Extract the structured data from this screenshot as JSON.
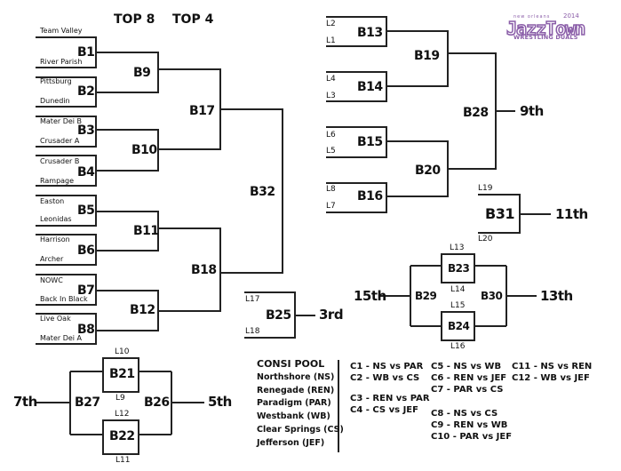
{
  "headers": {
    "top8": "TOP 8",
    "top4": "TOP 4"
  },
  "logo": {
    "small": "new orleans",
    "year": "2014",
    "main": "JazzTown",
    "sub": "WRESTLING DUALS",
    "color": "#8a5da8"
  },
  "championship": {
    "first_round": [
      {
        "bout": "B1",
        "top": "Team Valley",
        "bottom": "River Parish"
      },
      {
        "bout": "B2",
        "top": "Pittsburg",
        "bottom": "Dunedin"
      },
      {
        "bout": "B3",
        "top": "Mater Dei B",
        "bottom": "Crusader A"
      },
      {
        "bout": "B4",
        "top": "Crusader B",
        "bottom": "Rampage"
      },
      {
        "bout": "B5",
        "top": "Easton",
        "bottom": "Leonidas"
      },
      {
        "bout": "B6",
        "top": "Harrison",
        "bottom": "Archer"
      },
      {
        "bout": "B7",
        "top": "NOWC",
        "bottom": "Back In Black"
      },
      {
        "bout": "B8",
        "top": "Live Oak",
        "bottom": "Mater Dei A"
      }
    ],
    "quarterfinals": [
      "B9",
      "B10",
      "B11",
      "B12"
    ],
    "semifinals": [
      "B17",
      "B18"
    ],
    "final": "B32"
  },
  "third_place": {
    "bout": "B25",
    "top": "L17",
    "bottom": "L18",
    "place": "3rd"
  },
  "fifth_pool": {
    "top_bout": "B21",
    "top_top": "L10",
    "top_bottom": "L9",
    "bottom_bout": "B22",
    "bottom_top": "L12",
    "bottom_bottom": "L11",
    "left_bout": "B27",
    "right_bout": "B26",
    "left_place": "7th",
    "right_place": "5th"
  },
  "ninth_bracket": {
    "first_round": [
      {
        "bout": "B13",
        "top": "L2",
        "bottom": "L1"
      },
      {
        "bout": "B14",
        "top": "L4",
        "bottom": "L3"
      },
      {
        "bout": "B15",
        "top": "L6",
        "bottom": "L5"
      },
      {
        "bout": "B16",
        "top": "L8",
        "bottom": "L7"
      }
    ],
    "semis": [
      "B19",
      "B20"
    ],
    "final": "B28",
    "place": "9th"
  },
  "eleventh": {
    "bout": "B31",
    "top": "L19",
    "bottom": "L20",
    "place": "11th"
  },
  "thirteenth_pool": {
    "top_bout": "B23",
    "top_top": "L13",
    "top_bottom": "L14",
    "bottom_bout": "B24",
    "bottom_top": "L15",
    "bottom_bottom": "L16",
    "left_bout": "B29",
    "right_bout": "B30",
    "left_place": "15th",
    "right_place": "13th"
  },
  "consi_pool": {
    "title": "CONSI POOL",
    "teams": [
      "Northshore (NS)",
      "Renegade (REN)",
      "Paradigm (PAR)",
      "Westbank (WB)",
      "Clear Springs (CS)",
      "Jefferson (JEF)"
    ],
    "matches_col1": [
      "C1 - NS vs PAR",
      "C2 - WB vs CS",
      "C3 - REN vs PAR",
      "C4 - CS vs JEF"
    ],
    "matches_col2": [
      "C5 - NS vs WB",
      "C6 - REN vs JEF",
      "C7 - PAR vs CS",
      "C8 - NS vs CS",
      "C9 - REN vs WB",
      "C10 - PAR vs JEF"
    ],
    "matches_col3": [
      "C11 - NS vs REN",
      "C12 - WB vs JEF"
    ]
  }
}
